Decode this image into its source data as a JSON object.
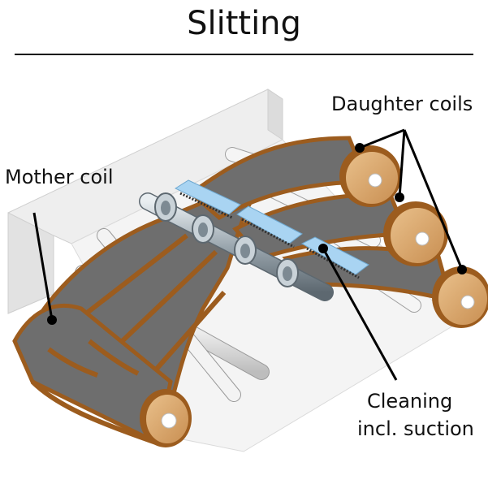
{
  "title": "Slitting",
  "labels": {
    "mother_coil": "Mother coil",
    "daughter_coils": "Daughter coils",
    "cleaning_line1": "Cleaning",
    "cleaning_line2": "incl. suction"
  },
  "colors": {
    "strip": "#6e6e6e",
    "strip_edge": "#9c5c1e",
    "coil_face": "#d8a56a",
    "coil_hub": "#ffffff",
    "frame": "#e6e6e6",
    "brush": "#a9d4f2",
    "shaft": "#9aa6ae"
  }
}
